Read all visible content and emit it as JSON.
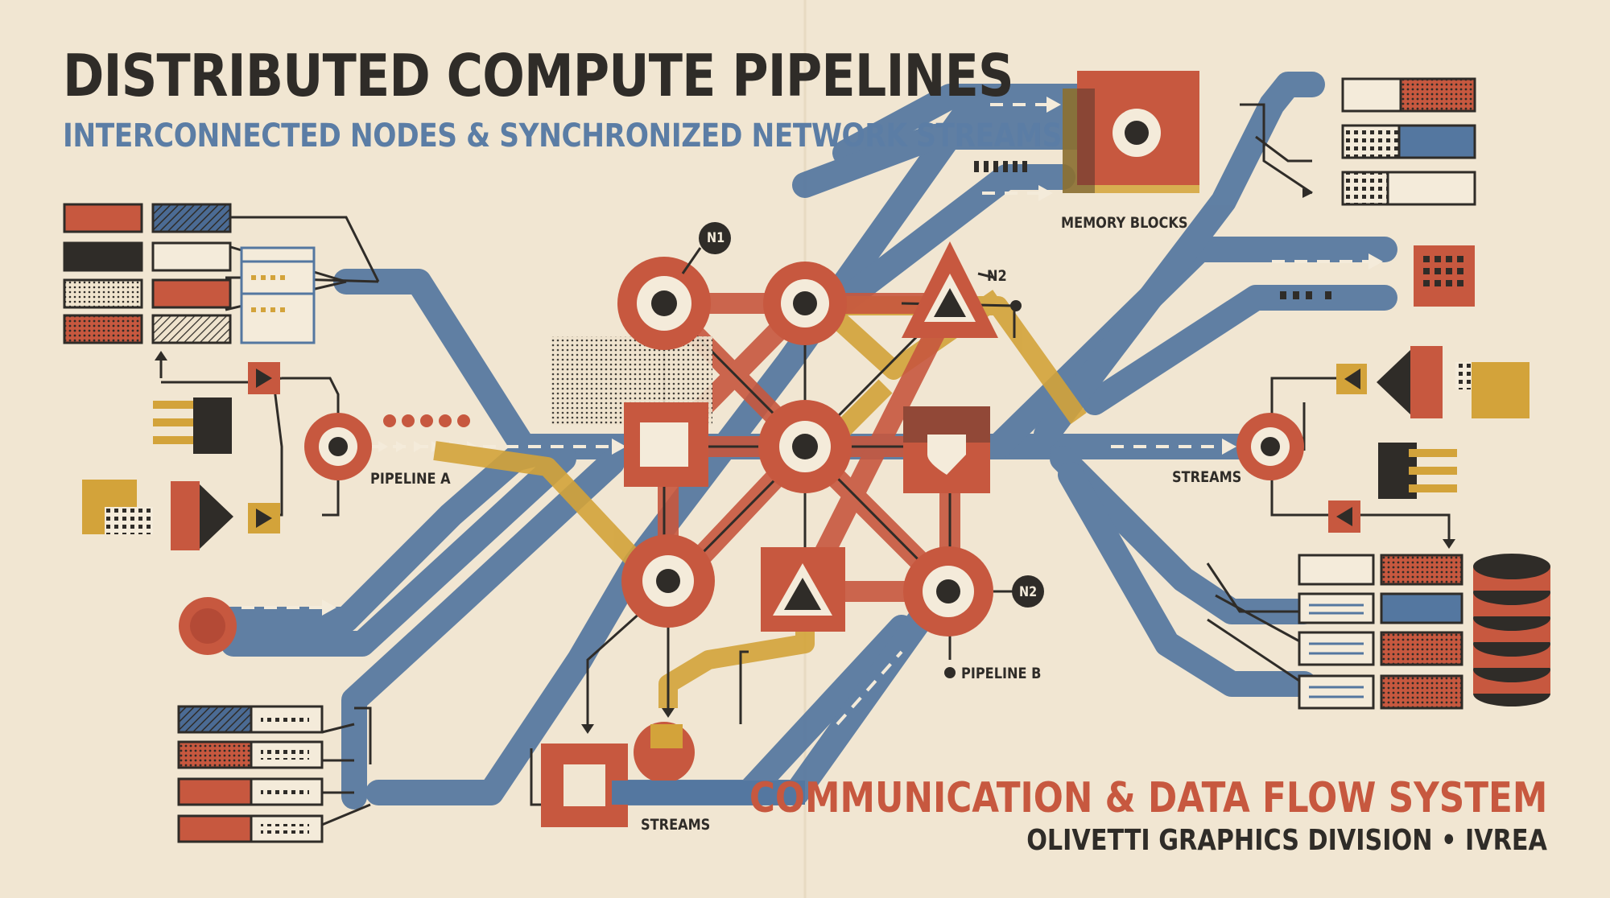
{
  "header": {
    "title": "DISTRIBUTED COMPUTE PIPELINES",
    "subtitle": "INTERCONNECTED NODES & SYNCHRONIZED NETWORK STREAMS"
  },
  "labels": {
    "pipeline_a": "PIPELINE A",
    "pipeline_b": "PIPELINE B",
    "memory_blocks": "MEMORY BLOCKS",
    "streams_right": "STREAMS",
    "streams_bottom": "STREAMS",
    "node_n1": "N1",
    "node_n2_top": "N2",
    "node_n2_bottom": "N2"
  },
  "footer": {
    "title": "COMMUNICATION & DATA FLOW SYSTEM",
    "credit": "OLIVETTI GRAPHICS DIVISION • IVREA"
  },
  "palette": {
    "background": "#f1e6d2",
    "rust": "#c7583f",
    "steel_blue": "#5477a0",
    "mustard": "#d3a33a",
    "charcoal": "#2f2c28",
    "cream": "#f4ebda",
    "subtitle_blue": "#5b7da5"
  },
  "icons": [
    "memory-block-icon",
    "database-stack-icon",
    "triangle-node-icon",
    "shield-node-icon",
    "arrow-icon",
    "connector-icon"
  ]
}
